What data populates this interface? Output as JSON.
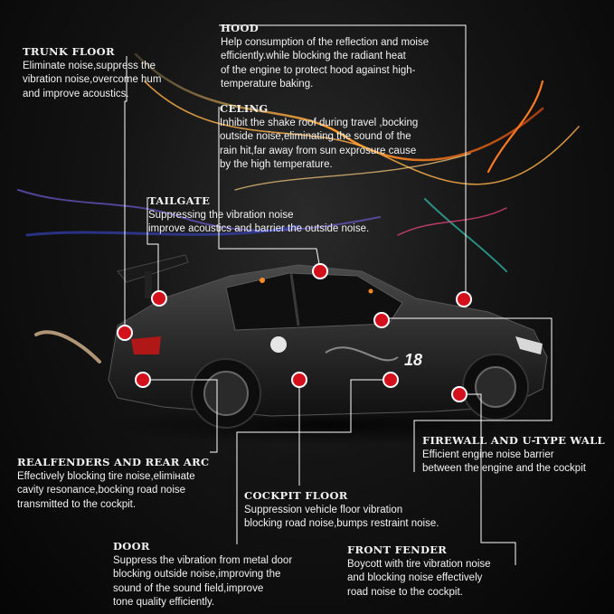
{
  "callouts": {
    "trunk_floor": {
      "title": "TRUNK FLOOR",
      "lines": [
        "Eliminate noise,suppress the",
        "vibration noise,overcome hum",
        "and improve acoustics."
      ]
    },
    "hood": {
      "title": "HOOD",
      "lines": [
        "Help consumption of the reflection and moise",
        "efficiently.while blocking the radiant heat",
        "of the engine to protect hood against high-",
        "temperature baking."
      ]
    },
    "celing": {
      "title": "CELING",
      "lines": [
        "Inhibit the shake roof during travel ,bocking",
        "outside noise,eliminating the sound of the",
        "rain hit,far away from sun exprosure cause",
        "by the high temperature."
      ]
    },
    "tailgate": {
      "title": "TAILGATE",
      "lines": [
        "Suppressing the vibration noise",
        "improve acoustics and barrier the outside noise."
      ]
    },
    "firewall": {
      "title": "FIREWALL AND U-TYPE WALL",
      "lines": [
        "Efficient engine noise barrier",
        "between the engine and the cockpit"
      ]
    },
    "realfenders": {
      "title": "REALFENDERS AND REAR ARC",
      "lines": [
        "Effectively blocking tire noise,elimінate",
        "cavity resonance,bocking road noise",
        "transmitted to the cockpit."
      ]
    },
    "cockpit_floor": {
      "title": "COCKPIT FLOOR",
      "lines": [
        "Suppression vehicle floor vibration",
        "blocking road noise,bumps restraint noise."
      ]
    },
    "door": {
      "title": "DOOR",
      "lines": [
        "Suppress the vibration from metal door",
        "blocking outside noise,improving the",
        "sound of the sound field,improve",
        "tone quality efficiently."
      ]
    },
    "front_fender": {
      "title": "FRONT FENDER",
      "lines": [
        "Boycott with tire vibration noise",
        "and blocking noise effectively",
        "road noise to the cockpit."
      ]
    }
  },
  "car": {
    "number": "18"
  },
  "colors": {
    "dot": "#d4101c",
    "line": "#ffffff",
    "glow_orange": "#ff9a2a"
  }
}
